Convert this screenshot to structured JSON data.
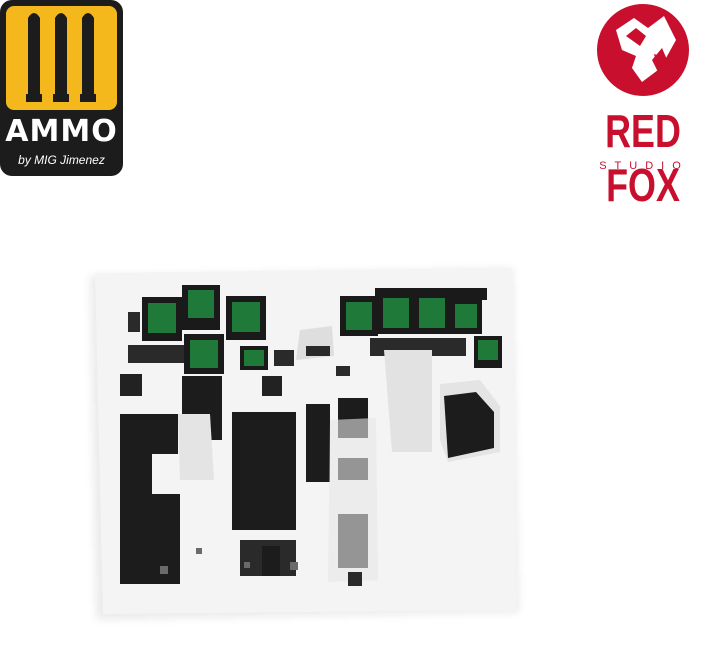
{
  "brand_left": {
    "name": "AMMO",
    "sub": "by MIG Jimenez",
    "colors": {
      "badge": "#1c1c1c",
      "panel": "#f4b81c"
    }
  },
  "brand_right": {
    "name": "RED FOX",
    "sub": "STUDIO",
    "color": "#c8102e"
  },
  "sheet": {
    "description_icons": [
      "mfd-screen-icon",
      "cockpit-panel-icon"
    ],
    "colors": {
      "paper": "#f3f3f3",
      "panel": "#1e1e1e",
      "screen": "#1e7a3a"
    }
  }
}
